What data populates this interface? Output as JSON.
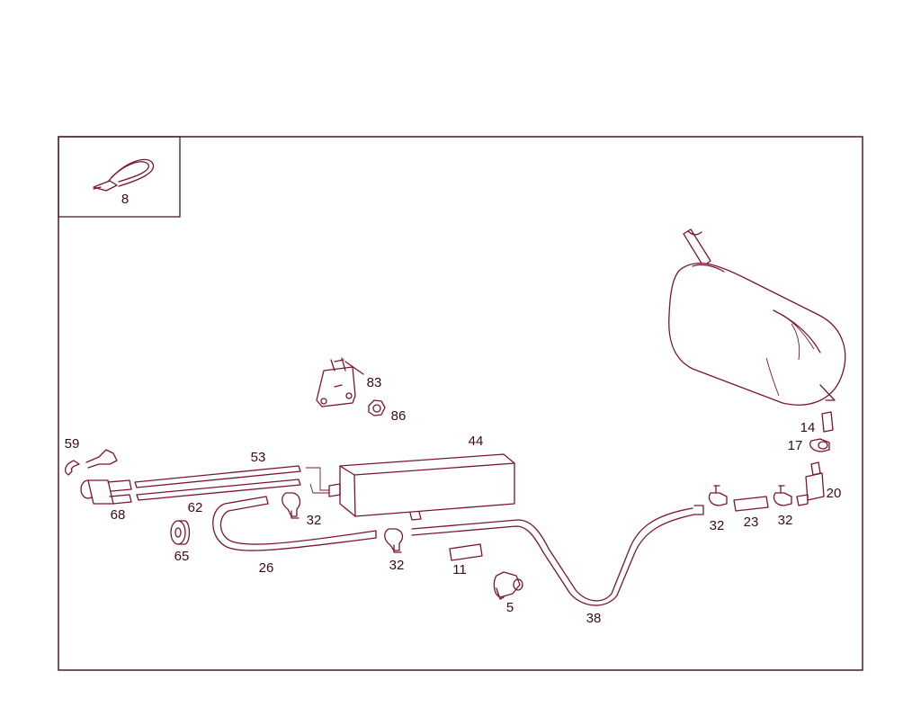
{
  "diagram": {
    "colors": {
      "line": "#7a1530",
      "text": "#3a0a18",
      "background": "#ffffff"
    },
    "inset_callout": {
      "part": "8",
      "item": "cable-tie"
    },
    "callouts": [
      {
        "id": "c8",
        "label": "8",
        "part": "cable-tie"
      },
      {
        "id": "c83",
        "label": "83",
        "part": "bracket"
      },
      {
        "id": "c86",
        "label": "86",
        "part": "nut"
      },
      {
        "id": "c44",
        "label": "44",
        "part": "charcoal-canister"
      },
      {
        "id": "c53",
        "label": "53",
        "part": "hose"
      },
      {
        "id": "c59",
        "label": "59",
        "part": "elbow-connector"
      },
      {
        "id": "c68",
        "label": "68",
        "part": "valve"
      },
      {
        "id": "c62",
        "label": "62",
        "part": "hose"
      },
      {
        "id": "c32a",
        "label": "32",
        "part": "hose-clamp"
      },
      {
        "id": "c65",
        "label": "65",
        "part": "grommet"
      },
      {
        "id": "c26",
        "label": "26",
        "part": "hose"
      },
      {
        "id": "c32b",
        "label": "32",
        "part": "hose-clamp"
      },
      {
        "id": "c11",
        "label": "11",
        "part": "hose"
      },
      {
        "id": "c5",
        "label": "5",
        "part": "holder"
      },
      {
        "id": "c38",
        "label": "38",
        "part": "line"
      },
      {
        "id": "c32c",
        "label": "32",
        "part": "hose-clamp"
      },
      {
        "id": "c23",
        "label": "23",
        "part": "hose"
      },
      {
        "id": "c32d",
        "label": "32",
        "part": "hose-clamp"
      },
      {
        "id": "c14",
        "label": "14",
        "part": "hose"
      },
      {
        "id": "c17",
        "label": "17",
        "part": "clamp"
      },
      {
        "id": "c20",
        "label": "20",
        "part": "valve"
      }
    ]
  }
}
